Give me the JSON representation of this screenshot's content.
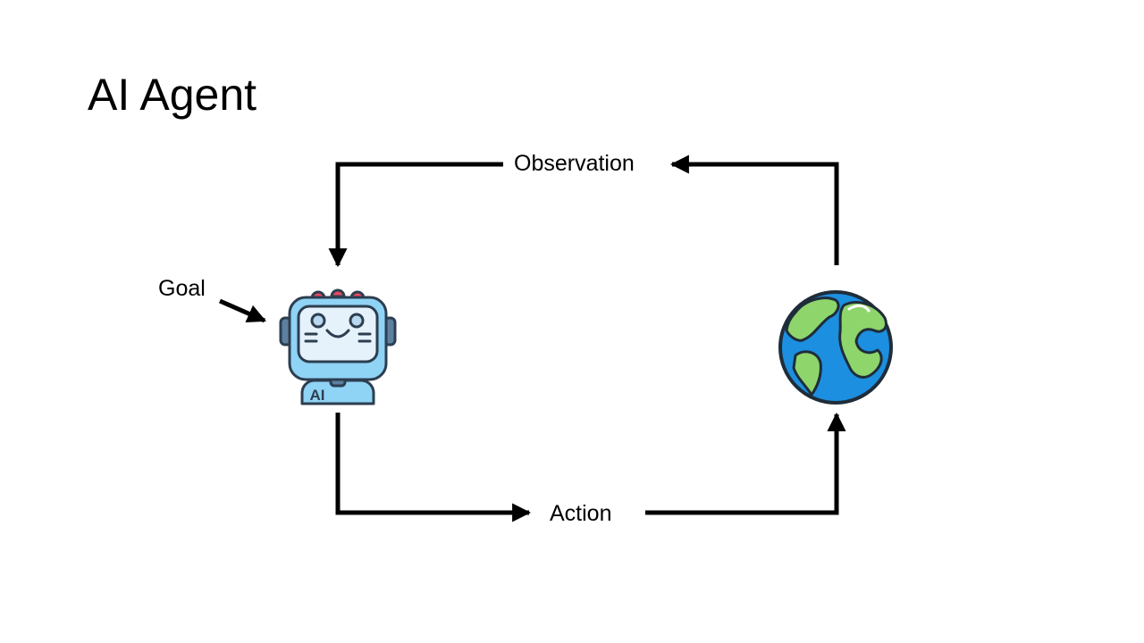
{
  "slide": {
    "title": "AI Agent"
  },
  "diagram": {
    "labels": {
      "observation": "Observation",
      "action": "Action",
      "goal": "Goal"
    },
    "agent_icon": {
      "icon": "robot-icon",
      "badge_text": "AI"
    },
    "environment_icon": {
      "icon": "globe-icon"
    },
    "colors": {
      "arrow": "#000000",
      "robot_face": "#8fd3f5",
      "robot_screen": "#e6f2fb",
      "robot_bulbs": "#e8485f",
      "globe_ocean": "#1c8fe0",
      "globe_land": "#8ed56c"
    }
  }
}
